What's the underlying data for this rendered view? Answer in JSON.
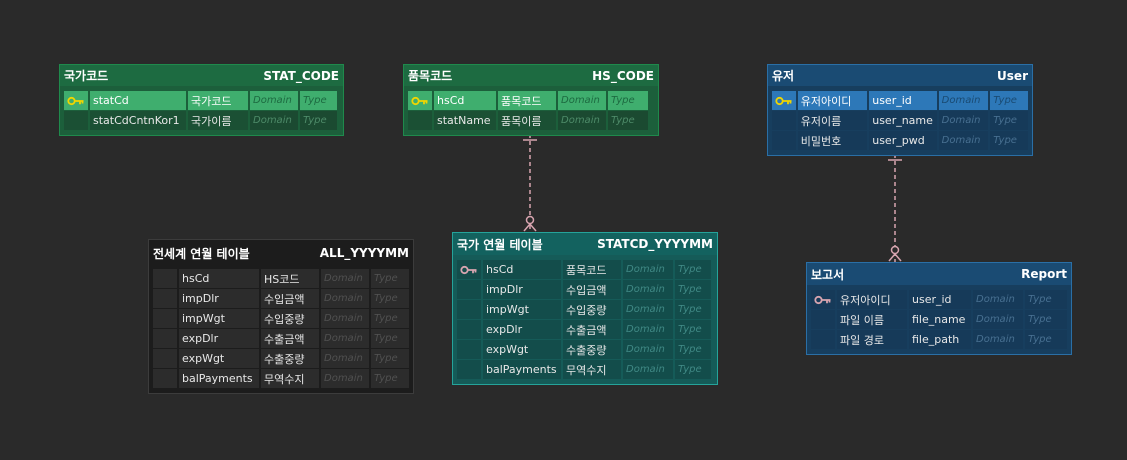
{
  "colors": {
    "green": "#1d6b41",
    "teal": "#13625f",
    "blue": "#1a4b73",
    "dark": "#1c1c1c",
    "relation_line": "#d8a5b0",
    "key_icon": "#f1d600"
  },
  "icons": {
    "primary_key": "key-icon"
  },
  "tables": {
    "stat_code": {
      "title": "국가코드",
      "name": "STAT_CODE",
      "rows": [
        {
          "col": "statCd",
          "label": "국가코드",
          "domain": "Domain",
          "type": "Type"
        },
        {
          "col": "statCdCntnKor1",
          "label": "국가이름",
          "domain": "Domain",
          "type": "Type"
        }
      ]
    },
    "hs_code": {
      "title": "품목코드",
      "name": "HS_CODE",
      "rows": [
        {
          "col": "hsCd",
          "label": "품목코드",
          "domain": "Domain",
          "type": "Type"
        },
        {
          "col": "statName",
          "label": "품목이름",
          "domain": "Domain",
          "type": "Type"
        }
      ]
    },
    "user": {
      "title": "유저",
      "name": "User",
      "rows": [
        {
          "label": "유저아이디",
          "col": "user_id",
          "domain": "Domain",
          "type": "Type"
        },
        {
          "label": "유저이름",
          "col": "user_name",
          "domain": "Domain",
          "type": "Type"
        },
        {
          "label": "비밀번호",
          "col": "user_pwd",
          "domain": "Domain",
          "type": "Type"
        }
      ]
    },
    "all": {
      "title": "전세계 연월 테이블",
      "name": "ALL_YYYYMM",
      "rows": [
        {
          "col": "hsCd",
          "label": "HS코드",
          "domain": "Domain",
          "type": "Type"
        },
        {
          "col": "impDlr",
          "label": "수입금액",
          "domain": "Domain",
          "type": "Type"
        },
        {
          "col": "impWgt",
          "label": "수입중량",
          "domain": "Domain",
          "type": "Type"
        },
        {
          "col": "expDlr",
          "label": "수출금액",
          "domain": "Domain",
          "type": "Type"
        },
        {
          "col": "expWgt",
          "label": "수출중량",
          "domain": "Domain",
          "type": "Type"
        },
        {
          "col": "balPayments",
          "label": "무역수지",
          "domain": "Domain",
          "type": "Type"
        }
      ]
    },
    "statcd": {
      "title": "국가 연월 테이블",
      "name": "STATCD_YYYYMM",
      "rows": [
        {
          "col": "hsCd",
          "label": "품목코드",
          "domain": "Domain",
          "type": "Type"
        },
        {
          "col": "impDlr",
          "label": "수입금액",
          "domain": "Domain",
          "type": "Type"
        },
        {
          "col": "impWgt",
          "label": "수입중량",
          "domain": "Domain",
          "type": "Type"
        },
        {
          "col": "expDlr",
          "label": "수출금액",
          "domain": "Domain",
          "type": "Type"
        },
        {
          "col": "expWgt",
          "label": "수출중량",
          "domain": "Domain",
          "type": "Type"
        },
        {
          "col": "balPayments",
          "label": "무역수지",
          "domain": "Domain",
          "type": "Type"
        }
      ]
    },
    "report": {
      "title": "보고서",
      "name": "Report",
      "rows": [
        {
          "label": "유저아이디",
          "col": "user_id",
          "domain": "Domain",
          "type": "Type"
        },
        {
          "label": "파일 이름",
          "col": "file_name",
          "domain": "Domain",
          "type": "Type"
        },
        {
          "label": "파일 경로",
          "col": "file_path",
          "domain": "Domain",
          "type": "Type"
        }
      ]
    }
  }
}
